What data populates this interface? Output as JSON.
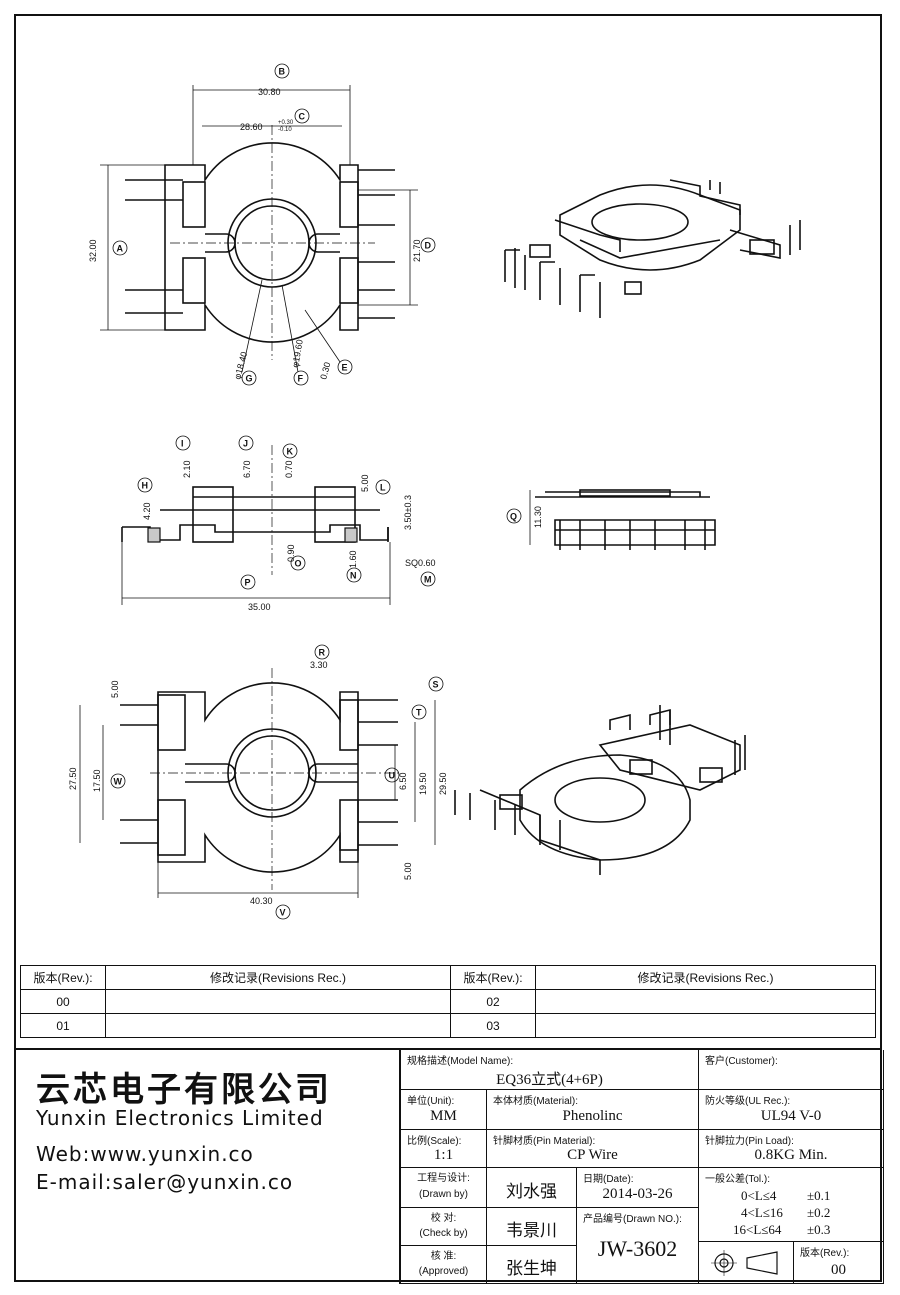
{
  "dimensions": {
    "top_view": {
      "d_30_80": "30.80",
      "d_28_60": "28.60",
      "d_28_60_tol_upper": "+0.30",
      "d_28_60_tol_lower": "-0.10",
      "d_32_00": "32.00",
      "d_21_70": "21.70",
      "d_18_40": "φ18.40",
      "d_19_60": "φ19.60",
      "d_0_30": "0.30"
    },
    "side_view": {
      "d_2_10": "2.10",
      "d_6_70": "6.70",
      "d_0_70": "0.70",
      "d_5_00": "5.00",
      "d_4_20": "4.20",
      "d_3_50": "3.50±0.3",
      "d_0_90": "0.90",
      "d_1_60": "1.60",
      "d_sq": "SQ0.60",
      "d_35_00": "35.00",
      "d_11_30": "11.30"
    },
    "bottom_view": {
      "d_3_30": "3.30",
      "d_5_00a": "5.00",
      "d_27_50": "27.50",
      "d_17_50": "17.50",
      "d_6_50": "6.50",
      "d_19_50": "19.50",
      "d_29_50": "29.50",
      "d_5_00b": "5.00",
      "d_40_30": "40.30"
    }
  },
  "callouts": {
    "A": "A",
    "B": "B",
    "C": "C",
    "D": "D",
    "E": "E",
    "F": "F",
    "G": "G",
    "H": "H",
    "I": "I",
    "J": "J",
    "K": "K",
    "L": "L",
    "M": "M",
    "N": "N",
    "O": "O",
    "P": "P",
    "Q": "Q",
    "R": "R",
    "S": "S",
    "T": "T",
    "U": "U",
    "V": "V",
    "W": "W"
  },
  "revision_table": {
    "header_rev": "版本(Rev.):",
    "header_rec": "修改记录(Revisions Rec.)",
    "rows": [
      {
        "rev_left": "00",
        "rec_left": "",
        "rev_right": "02",
        "rec_right": ""
      },
      {
        "rev_left": "01",
        "rec_left": "",
        "rev_right": "03",
        "rec_right": ""
      }
    ]
  },
  "company": {
    "name_cn": "云芯电子有限公司",
    "name_en": "Yunxin Electronics Limited",
    "web": "Web:www.yunxin.co",
    "email": "E-mail:saler@yunxin.co"
  },
  "title_block": {
    "model_name_caption": "规格描述(Model Name):",
    "model_name": "EQ36立式(4+6P)",
    "customer_caption": "客户(Customer):",
    "customer": "",
    "unit_caption": "单位(Unit):",
    "unit": "MM",
    "material_caption": "本体材质(Material):",
    "material": "Phenolinc",
    "ul_caption": "防火等级(UL Rec.):",
    "ul": "UL94 V-0",
    "scale_caption": "比例(Scale):",
    "scale": "1:1",
    "pin_material_caption": "针脚材质(Pin Material):",
    "pin_material": "CP Wire",
    "pin_load_caption": "针脚拉力(Pin Load):",
    "pin_load": "0.8KG Min.",
    "drawn_caption_1": "工程与设计:",
    "drawn_caption_2": "(Drawn by)",
    "drawn_by": "刘水强",
    "date_caption": "日期(Date):",
    "date": "2014-03-26",
    "tol_caption": "一般公差(Tol.):",
    "tolerances": [
      {
        "range": "0<L≤4",
        "value": "±0.1"
      },
      {
        "range": "4<L≤16",
        "value": "±0.2"
      },
      {
        "range": "16<L≤64",
        "value": "±0.3"
      }
    ],
    "check_caption_1": "校  对:",
    "check_caption_2": "(Check by)",
    "check_by": "韦景川",
    "drawn_no_caption": "产品编号(Drawn NO.):",
    "drawn_no": "JW-3602",
    "approved_caption_1": "核  准:",
    "approved_caption_2": "(Approved)",
    "approved_by": "张生坤",
    "rev_caption": "版本(Rev.):",
    "rev": "00"
  }
}
